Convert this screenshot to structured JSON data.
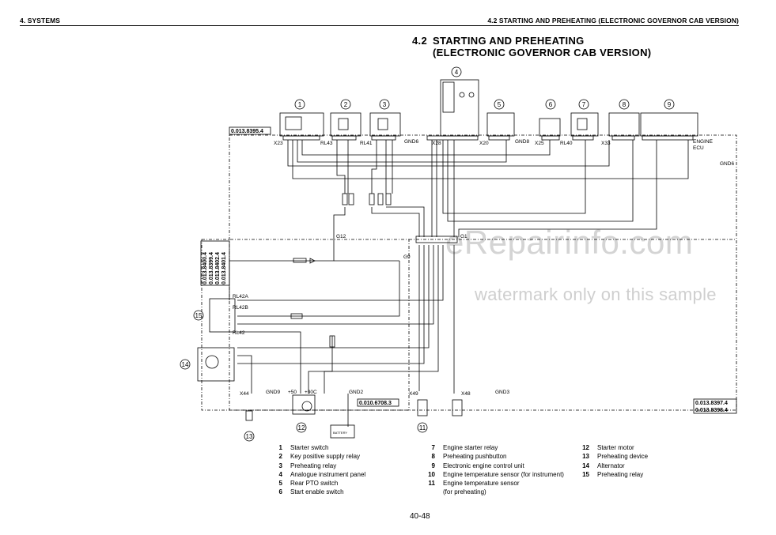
{
  "header": {
    "left": "4. SYSTEMS",
    "right": "4.2 STARTING AND PREHEATING (ELECTRONIC GOVERNOR CAB VERSION)"
  },
  "title": {
    "number": "4.2",
    "line1": "STARTING AND PREHEATING",
    "line2": "(ELECTRONIC GOVERNOR CAB VERSION)"
  },
  "diagram": {
    "component_numbers": [
      "1",
      "2",
      "3",
      "4",
      "5",
      "6",
      "7",
      "8",
      "9",
      "11",
      "12",
      "13",
      "14",
      "15"
    ],
    "connectors": {
      "x23": "X23",
      "rl43": "RL43",
      "rl41": "RL41",
      "gnd6a": "GND6",
      "x28": "X28",
      "x20": "X20",
      "gnd8": "GND8",
      "x25": "X25",
      "rl40": "RL40",
      "x33": "X33",
      "engine": "ENGINE",
      "ecu": "ECU",
      "gnd6b": "GND6",
      "g12": "G12",
      "g1": "G1",
      "g9": "G9",
      "rl42a": "RL42A",
      "rl42b": "RL42B",
      "rl42": "RL42",
      "x44": "X44",
      "gnd9": "GND9",
      "p50": "+50",
      "p30c": "+30C",
      "gnd2": "GND2",
      "x49": "X49",
      "x48": "X48",
      "gnd3": "GND3"
    },
    "refs": {
      "r1": "0.013.8395.4",
      "r2": "0.010.6708.3",
      "r3": "0.013.8397.4",
      "r4": "0.013.8398.4",
      "v1": "0.013.8400.4",
      "v2": "0.013.8399.4",
      "v3": "0.013.8402.4",
      "v4": "0.013.8401.4"
    },
    "battery": "BATTERY"
  },
  "legend": {
    "col1": [
      {
        "n": "1",
        "text": "Starter switch"
      },
      {
        "n": "2",
        "text": "Key positive supply relay"
      },
      {
        "n": "3",
        "text": "Preheating relay"
      },
      {
        "n": "4",
        "text": "Analogue instrument panel"
      },
      {
        "n": "5",
        "text": "Rear PTO switch"
      },
      {
        "n": "6",
        "text": "Start enable switch"
      }
    ],
    "col2": [
      {
        "n": "7",
        "text": "Engine starter relay"
      },
      {
        "n": "8",
        "text": "Preheating pushbutton"
      },
      {
        "n": "9",
        "text": "Electronic engine control unit"
      },
      {
        "n": "10",
        "text": "Engine temperature sensor  (for instrument)"
      },
      {
        "n": "11",
        "text": "Engine temperature sensor"
      },
      {
        "n": "",
        "text": "(for preheating)"
      }
    ],
    "col3": [
      {
        "n": "12",
        "text": "Starter motor"
      },
      {
        "n": "13",
        "text": "Preheating device"
      },
      {
        "n": "14",
        "text": "Alternator"
      },
      {
        "n": "15",
        "text": "Preheating relay"
      }
    ]
  },
  "page_number": "40-48",
  "watermark": {
    "site": "eRepairinfo.com",
    "note": "watermark only on this sample"
  }
}
